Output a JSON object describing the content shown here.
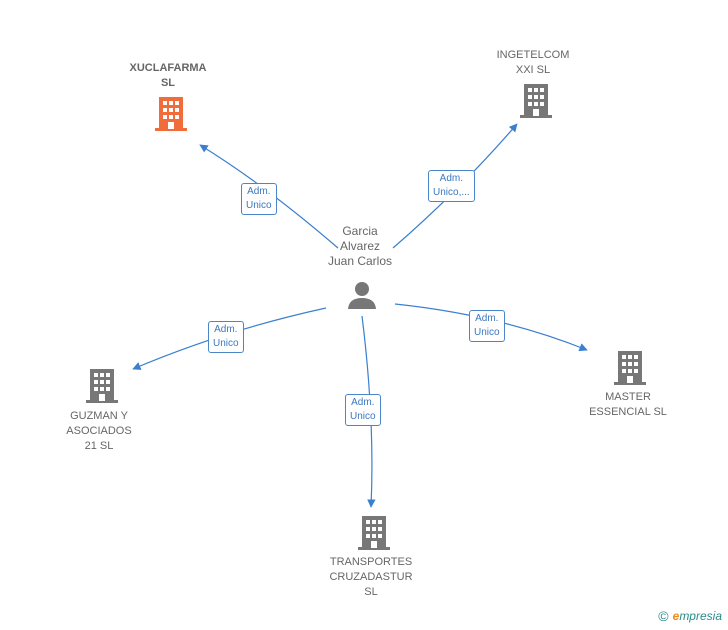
{
  "center": {
    "name": "Garcia\nAlvarez\nJuan Carlos"
  },
  "companies": [
    {
      "id": "xuclafarma",
      "name": "XUCLAFARMA\nSL",
      "highlight": true,
      "color": "#f26b3a"
    },
    {
      "id": "ingetelcom",
      "name": "INGETELCOM\nXXI  SL",
      "highlight": false,
      "color": "#777777"
    },
    {
      "id": "master",
      "name": "MASTER\nESSENCIAL  SL",
      "highlight": false,
      "color": "#777777"
    },
    {
      "id": "transportes",
      "name": "TRANSPORTES\nCRUZADASTUR\nSL",
      "highlight": false,
      "color": "#777777"
    },
    {
      "id": "guzman",
      "name": "GUZMAN Y\nASOCIADOS\n21  SL",
      "highlight": false,
      "color": "#777777"
    }
  ],
  "relations": [
    {
      "to": "xuclafarma",
      "label": "Adm.\nUnico"
    },
    {
      "to": "ingetelcom",
      "label": "Adm.\nUnico,..."
    },
    {
      "to": "master",
      "label": "Adm.\nUnico"
    },
    {
      "to": "transportes",
      "label": "Adm.\nUnico"
    },
    {
      "to": "guzman",
      "label": "Adm.\nUnico"
    }
  ],
  "colors": {
    "edge": "#3a7fd0",
    "person": "#777777"
  },
  "footer": {
    "copyright": "©",
    "brand_first": "e",
    "brand_rest": "mpresia"
  }
}
